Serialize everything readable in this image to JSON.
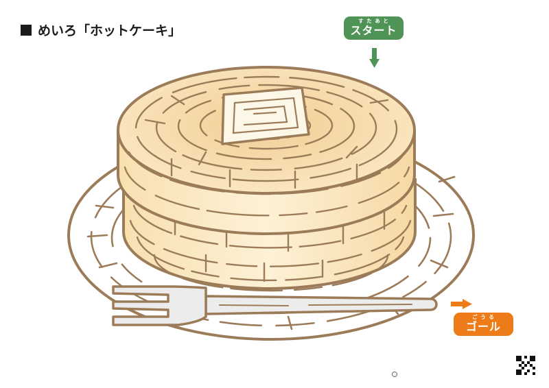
{
  "title": {
    "prefix": "めいろ",
    "subject": "「ホットケーキ」"
  },
  "start": {
    "label": "スタート",
    "ruby": "す た あ と",
    "color": "#4f9356"
  },
  "goal": {
    "label": "ゴール",
    "ruby": "ご う る",
    "color": "#ed7b17"
  },
  "colors": {
    "outline": "#9b7b58",
    "pancake_light": "#fbe9c4",
    "pancake_dark": "#f1cd94",
    "plate": "#ffffff",
    "fork": "#ececec"
  }
}
